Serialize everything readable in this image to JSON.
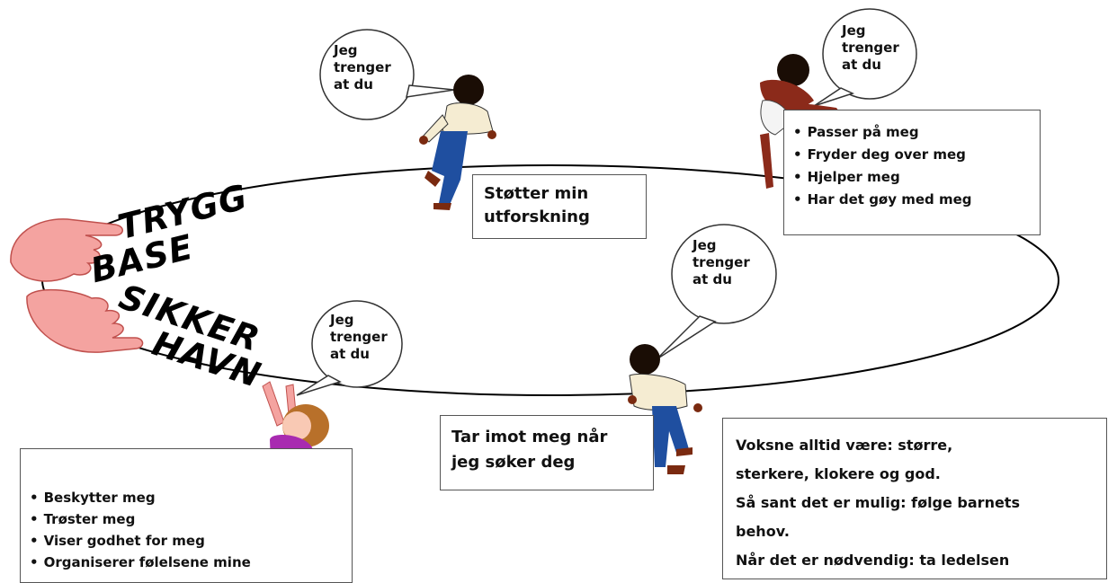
{
  "bubbles": {
    "top_left": "Jeg\ntrenger\nat du",
    "top_right": "Jeg\ntrenger\nat du",
    "middle_right": "Jeg\ntrenger\nat du",
    "bottom_left": "Jeg\ntrenger\nat du"
  },
  "labels": {
    "trygg": "TRYGG",
    "base": "BASE",
    "sikker": "SIKKER",
    "havn": "HAVN"
  },
  "boxes": {
    "stotter": [
      "Støtter min",
      "utforskning"
    ],
    "tar_imot": [
      "Tar imot meg når",
      "jeg søker deg"
    ],
    "top_right_list": [
      "Passer på meg",
      "Fryder deg over meg",
      "Hjelper meg",
      "Har det gøy med meg"
    ],
    "bottom_left_list": [
      "Beskytter meg",
      "Trøster meg",
      "Viser godhet for meg",
      "Organiserer følelsene mine"
    ],
    "voksne": [
      "Voksne alltid være: større,",
      "sterkere, klokere og god.",
      "Så sant det er mulig: følge barnets",
      "behov.",
      "Når det er nødvendig: ta ledelsen"
    ]
  },
  "colors": {
    "hand": "#f4a3a0",
    "hand_outline": "#c0504d",
    "child_shirt": "#f5ecd2",
    "child_pants": "#1f4fa0",
    "child_skin": "#7a2a10",
    "girl_dress": "#a82bb0",
    "girl_hair": "#b8702a",
    "diaper": "#f4f4f4"
  }
}
